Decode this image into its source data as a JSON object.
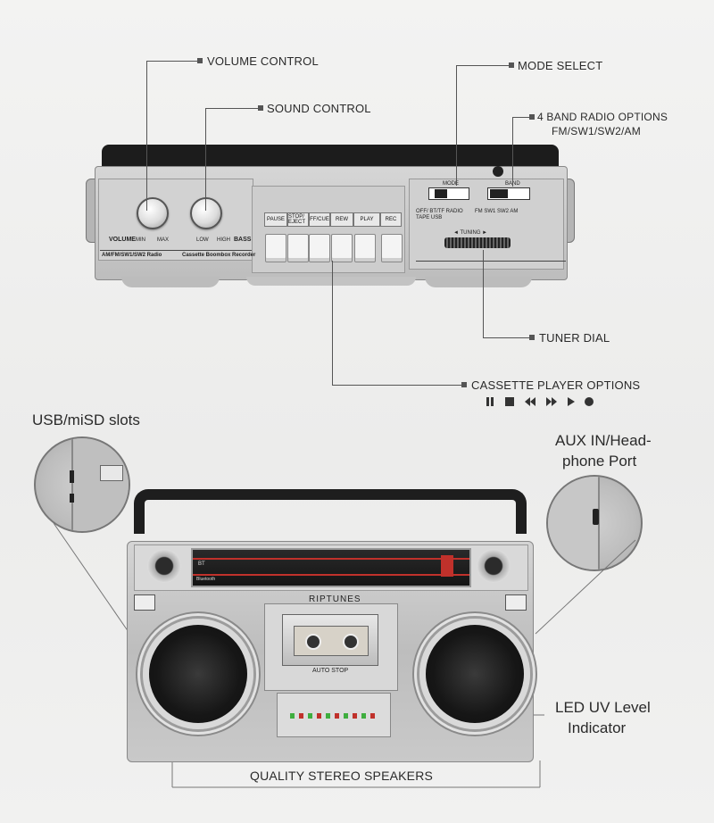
{
  "callouts": {
    "volume_control": "VOLUME CONTROL",
    "sound_control": "SOUND CONTROL",
    "mode_select": "MODE SELECT",
    "band_options_line1": "4 BAND RADIO OPTIONS",
    "band_options_line2": "FM/SW1/SW2/AM",
    "tuner_dial": "TUNER DIAL",
    "cassette_options": "CASSETTE PLAYER OPTIONS",
    "usb_slots": "USB/miSD slots",
    "aux_line1": "AUX IN/Head-",
    "aux_line2": "phone Port",
    "led_line1": "LED UV Level",
    "led_line2": "Indicator",
    "speakers": "QUALITY STEREO SPEAKERS"
  },
  "top_panel": {
    "volume_label": "VOLUME",
    "vol_min": "MIN",
    "vol_max": "MAX",
    "low": "LOW",
    "high": "HIGH",
    "bass": "BASS",
    "band_text": "AM/FM/SW1/SW2 Radio",
    "model_text": "Cassette Boombox Recorder",
    "mode": "MODE",
    "band": "BAND",
    "mode_opts": "OFF/  BT/TF  RADIO",
    "mode_opts2": "TAPE   USB",
    "band_opts": "FM SW1 SW2 AM",
    "tuning": "◄ TUNING ►",
    "buttons": [
      "PAUSE",
      "STOP/ EJECT",
      "FF/CUE",
      "REW",
      "PLAY",
      "REC"
    ]
  },
  "front": {
    "brand": "RIPTUNES",
    "auto_stop": "AUTO STOP",
    "bt": "BT",
    "bluetooth": "Bluetooth"
  },
  "cassette_icons": [
    "pause-icon",
    "stop-icon",
    "rewind-icon",
    "fast-forward-icon",
    "play-icon",
    "record-icon"
  ],
  "colors": {
    "body": "#c9c9c9",
    "accent_red": "#c0312b",
    "line": "#555555"
  }
}
